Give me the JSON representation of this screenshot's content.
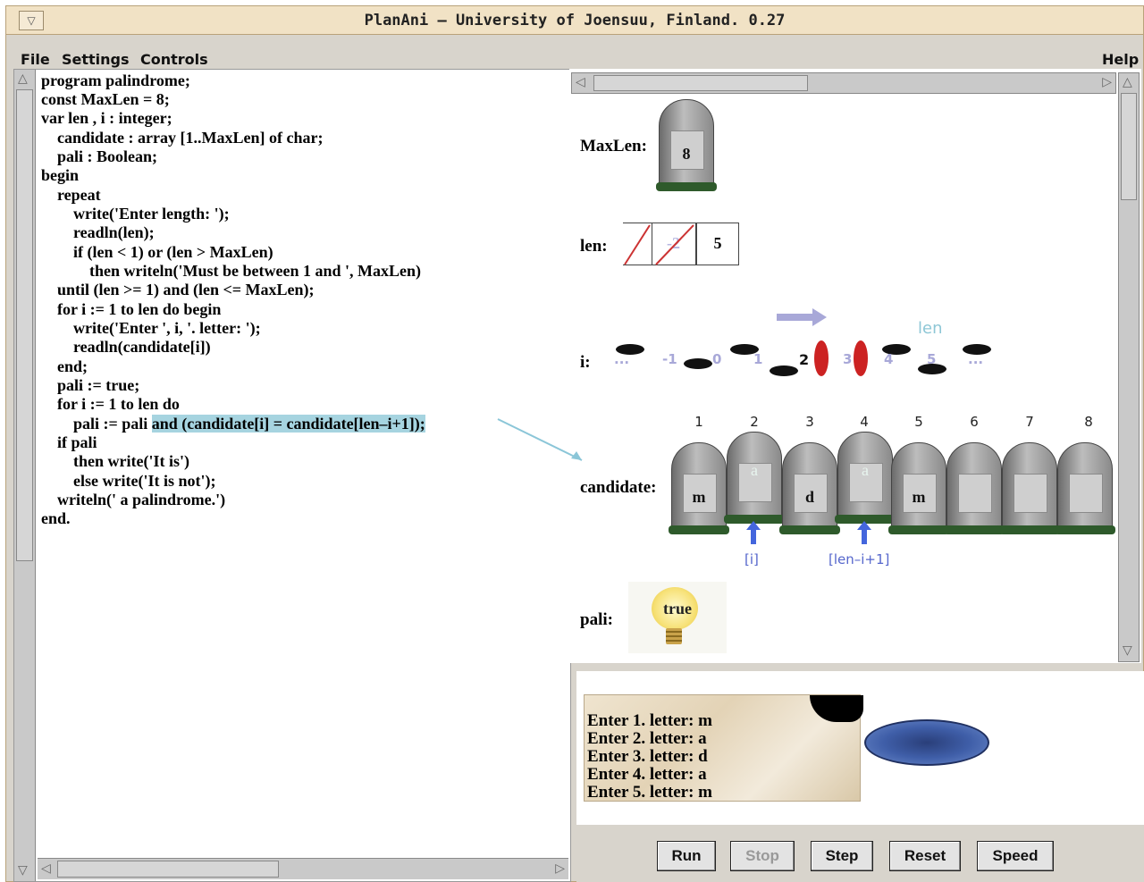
{
  "window": {
    "title": "PlanAni  – University of Joensuu, Finland. 0.27"
  },
  "menu": {
    "file": "File",
    "settings": "Settings",
    "controls": "Controls",
    "help": "Help"
  },
  "code": {
    "lines": [
      "program palindrome;",
      "const MaxLen = 8;",
      "var len , i : integer;",
      "    candidate : array [1..MaxLen] of char;",
      "    pali : Boolean;",
      "begin",
      "    repeat",
      "        write('Enter length: ');",
      "        readln(len);",
      "        if (len < 1) or (len > MaxLen)",
      "            then writeln('Must be between 1 and ', MaxLen)",
      "    until (len >= 1) and (len <= MaxLen);",
      "    for i := 1 to len do begin",
      "        write('Enter ', i, '. letter: ');",
      "        readln(candidate[i])",
      "    end;",
      "    pali := true;",
      "    for i := 1 to len do",
      "        pali := pali ",
      "    if pali",
      "        then write('It is')",
      "        else write('It is not');",
      "    writeln(' a palindrome.')",
      "end."
    ],
    "highlighted": "and (candidate[i] = candidate[len–i+1]);"
  },
  "variables": {
    "maxlen": {
      "label": "MaxLen:",
      "value": "8"
    },
    "len": {
      "label": "len:",
      "crossed_value": "-2",
      "value": "5"
    },
    "i": {
      "label": "i:",
      "steps": [
        "...",
        "-1",
        "0",
        "1",
        "2",
        "3",
        "4",
        "5",
        "..."
      ],
      "current": "2",
      "marker": "len"
    },
    "candidate": {
      "label": "candidate:",
      "indices": [
        "1",
        "2",
        "3",
        "4",
        "5",
        "6",
        "7",
        "8"
      ],
      "cells": [
        {
          "value": "m",
          "ghost": false
        },
        {
          "value": "a",
          "ghost": true
        },
        {
          "value": "d",
          "ghost": false
        },
        {
          "value": "a",
          "ghost": true
        },
        {
          "value": "m",
          "ghost": false
        },
        {
          "value": "",
          "ghost": false
        },
        {
          "value": "",
          "ghost": false
        },
        {
          "value": "",
          "ghost": false
        }
      ],
      "pointer_i": "[i]",
      "pointer_len": "[len–i+1]"
    },
    "pali": {
      "label": "pali:",
      "value": "true"
    }
  },
  "console": {
    "lines": [
      "Enter 1. letter: m",
      "Enter 2. letter: a",
      "Enter 3. letter: d",
      "Enter 4. letter: a",
      "Enter 5. letter: m"
    ]
  },
  "buttons": {
    "run": "Run",
    "stop": "Stop",
    "step": "Step",
    "reset": "Reset",
    "speed": "Speed"
  },
  "colors": {
    "highlight": "#a6d4e0",
    "arrow": "#8bc6d8",
    "pointer": "#5566cc",
    "active_foot": "#cc2222"
  }
}
